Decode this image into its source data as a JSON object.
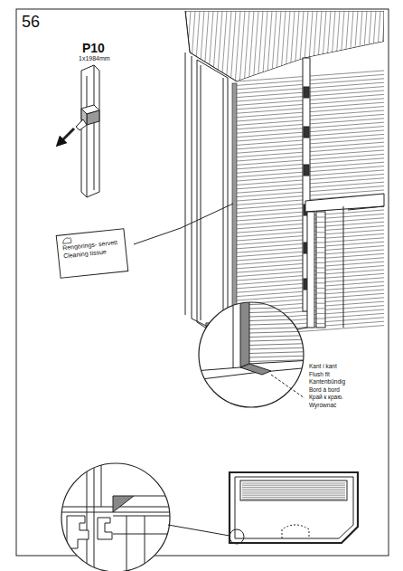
{
  "diagram": {
    "nodes": [
      {
        "text": [
          "Rengörings- servett",
          "Cleaning tissue"
        ]
      }
    ],
    "labels": [
      "56",
      "P10",
      "1x1984mm",
      "Kant i kant",
      "Flush fit",
      "Kantenbündig",
      "Bord à bord",
      "Край к краю.",
      "Wyrównać"
    ]
  }
}
